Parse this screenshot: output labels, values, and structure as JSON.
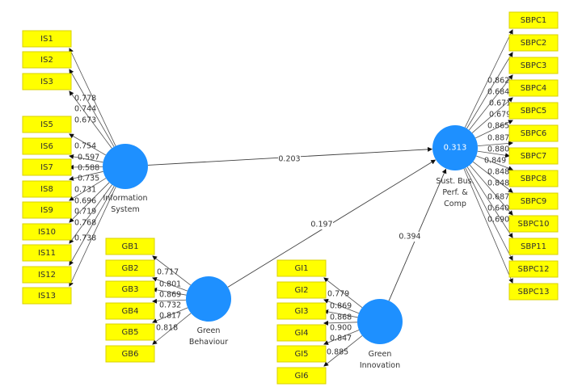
{
  "model": {
    "constructs": [
      {
        "id": "IS",
        "label_lines": [
          "Information",
          "System"
        ],
        "r2": null,
        "indicator_side": "left",
        "indicators": [
          {
            "name": "IS1",
            "loading": "0.778"
          },
          {
            "name": "IS2",
            "loading": "0.744"
          },
          {
            "name": "IS3",
            "loading": "0.673"
          },
          {
            "name": "IS5",
            "loading": "0.754"
          },
          {
            "name": "IS6",
            "loading": "0.597"
          },
          {
            "name": "IS7",
            "loading": "0.588"
          },
          {
            "name": "IS8",
            "loading": "0.735"
          },
          {
            "name": "IS9",
            "loading": "0.731"
          },
          {
            "name": "IS10",
            "loading": "0.696"
          },
          {
            "name": "IS11",
            "loading": "0.719"
          },
          {
            "name": "IS12",
            "loading": "0.768"
          },
          {
            "name": "IS13",
            "loading": "0.738"
          }
        ]
      },
      {
        "id": "GB",
        "label_lines": [
          "Green",
          "Behaviour"
        ],
        "r2": null,
        "indicator_side": "left",
        "indicators": [
          {
            "name": "GB1",
            "loading": "0.717"
          },
          {
            "name": "GB2",
            "loading": "0.801"
          },
          {
            "name": "GB3",
            "loading": "0.869"
          },
          {
            "name": "GB4",
            "loading": "0.732"
          },
          {
            "name": "GB5",
            "loading": "0.817"
          },
          {
            "name": "GB6",
            "loading": "0.818"
          }
        ]
      },
      {
        "id": "GI",
        "label_lines": [
          "Green",
          "Innovation"
        ],
        "r2": null,
        "indicator_side": "left",
        "indicators": [
          {
            "name": "GI1",
            "loading": "0.779"
          },
          {
            "name": "GI2",
            "loading": "0.869"
          },
          {
            "name": "GI3",
            "loading": "0.868"
          },
          {
            "name": "GI4",
            "loading": "0.900"
          },
          {
            "name": "GI5",
            "loading": "0.847"
          },
          {
            "name": "GI6",
            "loading": "0.885"
          }
        ]
      },
      {
        "id": "SBPC",
        "label_lines": [
          "Sust. Bus.",
          "Perf. &",
          "Comp"
        ],
        "r2": "0.313",
        "indicator_side": "right",
        "indicators": [
          {
            "name": "SBPC1",
            "loading": "0.862"
          },
          {
            "name": "SBPC2",
            "loading": "0.684"
          },
          {
            "name": "SBPC3",
            "loading": "0.671"
          },
          {
            "name": "SBPC4",
            "loading": "0.679"
          },
          {
            "name": "SBPC5",
            "loading": "0.865"
          },
          {
            "name": "SBPC6",
            "loading": "0.887"
          },
          {
            "name": "SBPC7",
            "loading": "0.880"
          },
          {
            "name": "SBPC8",
            "loading": "0.849"
          },
          {
            "name": "SBPC9",
            "loading": "0.848"
          },
          {
            "name": "SBPC10",
            "loading": "0.848"
          },
          {
            "name": "SBP11",
            "loading": "0.687"
          },
          {
            "name": "SBPC12",
            "loading": "0.640"
          },
          {
            "name": "SBPC13",
            "loading": "0.690"
          }
        ]
      }
    ],
    "paths": [
      {
        "from": "IS",
        "to": "SBPC",
        "coefficient": "0.203"
      },
      {
        "from": "GB",
        "to": "SBPC",
        "coefficient": "0.197"
      },
      {
        "from": "GI",
        "to": "SBPC",
        "coefficient": "0.394"
      }
    ]
  },
  "colors": {
    "indicator_fill": "#ffff00",
    "construct_fill": "#1e90ff"
  }
}
